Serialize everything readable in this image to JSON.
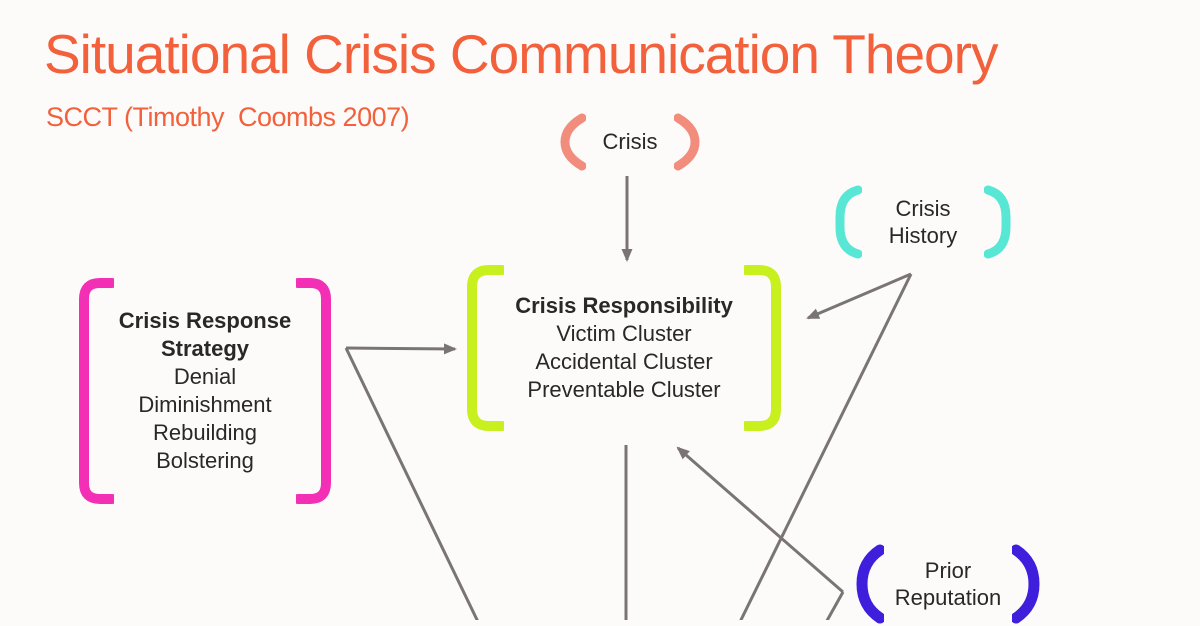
{
  "header": {
    "title": "Situational Crisis Communication Theory",
    "subtitle": "SCCT (Timothy  Coombs 2007)"
  },
  "colors": {
    "title": "#f2613b",
    "salmon": "#f28d7e",
    "cyan": "#58e7d4",
    "magenta": "#f22fb5",
    "chartreuse": "#c8f01e",
    "blue": "#3f1edc",
    "arrow": "#7b7475",
    "text": "#2b2728"
  },
  "nodes": {
    "crisis": {
      "label": "Crisis"
    },
    "crisis_history": {
      "line1": "Crisis",
      "line2": "History"
    },
    "crisis_response_strategy": {
      "title1": "Crisis Response",
      "title2": "Strategy",
      "items": [
        "Denial",
        "Diminishment",
        "Rebuilding",
        "Bolstering"
      ]
    },
    "crisis_responsibility": {
      "title": "Crisis Responsibility",
      "items": [
        "Victim Cluster",
        "Accidental Cluster",
        "Preventable Cluster"
      ]
    },
    "prior_reputation": {
      "line1": "Prior",
      "line2": "Reputation"
    }
  },
  "edges": [
    {
      "from": "Crisis",
      "to": "Crisis Responsibility",
      "arrowhead": true
    },
    {
      "from": "Crisis Response Strategy",
      "to": "Crisis Responsibility",
      "arrowhead": true
    },
    {
      "from": "Crisis History",
      "to": "Crisis Responsibility",
      "arrowhead": true
    },
    {
      "from": "Prior Reputation",
      "to": "Crisis Responsibility",
      "arrowhead": true
    },
    {
      "from": "Crisis History",
      "to": "below-frame (cut off)",
      "arrowhead": false
    },
    {
      "from": "Crisis Response Strategy",
      "to": "below-frame (cut off)",
      "arrowhead": false
    },
    {
      "from": "Crisis Responsibility",
      "to": "below-frame (cut off)",
      "arrowhead": false
    },
    {
      "from": "Prior Reputation",
      "to": "below-frame (cut off)",
      "arrowhead": false
    }
  ]
}
